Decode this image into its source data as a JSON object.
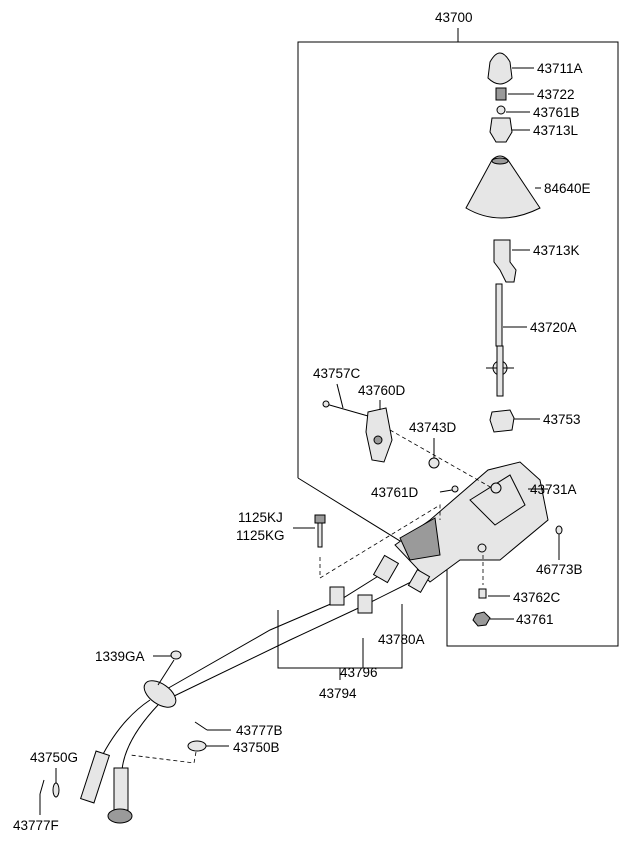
{
  "labels": {
    "assembly": "43700",
    "knob": "43711A",
    "spring": "43722",
    "bush_b": "43761B",
    "l_part": "43713L",
    "boot": "84640E",
    "k_part": "43713K",
    "lever": "43720A",
    "bolt_c": "43757C",
    "bracket_d": "43760D",
    "clip_d": "43743D",
    "bush_53": "43753",
    "housing": "43731A",
    "bush_d": "43761D",
    "bolt_kj": "1125KJ",
    "bolt_kg": "1125KG",
    "ring": "46773B",
    "collar": "43762C",
    "nut": "43761",
    "cable_a": "43780A",
    "cable_96": "43796",
    "cable_assy": "43794",
    "grommet": "1339GA",
    "pin_b": "43777B",
    "washer_b": "43750B",
    "washer_g": "43750G",
    "pin_f": "43777F"
  }
}
